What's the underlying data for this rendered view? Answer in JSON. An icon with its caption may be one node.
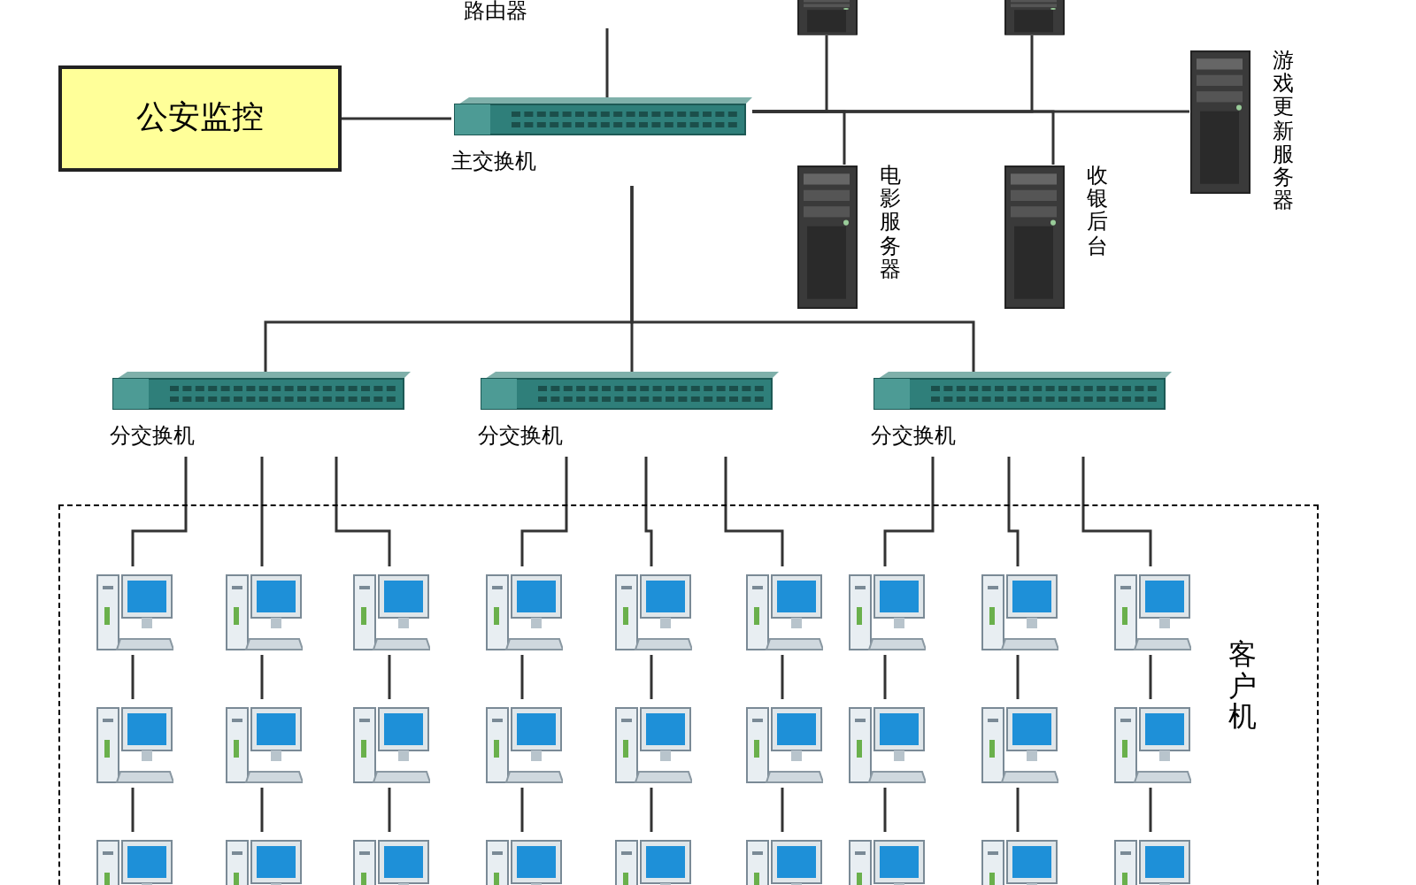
{
  "diagram": {
    "nodes": [
      {
        "text": [
          "公安监控"
        ]
      },
      {
        "text": [
          "主交换机"
        ]
      },
      {
        "text": [
          "路由器"
        ]
      },
      {
        "text": [],
        "shape": "picture"
      },
      {
        "text": [],
        "shape": "picture"
      },
      {
        "text": [
          "游戏更新服务器"
        ]
      },
      {
        "text": [
          "电影服务器"
        ]
      },
      {
        "text": [
          "收银后台"
        ]
      },
      {
        "text": [
          "分交换机"
        ]
      },
      {
        "text": [
          "分交换机"
        ]
      },
      {
        "text": [
          "分交换机"
        ]
      },
      {
        "text": [
          "客户机"
        ]
      },
      {
        "text": [],
        "shape": "picture",
        "in": 11
      },
      {
        "text": [],
        "shape": "picture",
        "in": 11
      },
      {
        "text": [],
        "shape": "picture",
        "in": 11
      },
      {
        "text": [],
        "shape": "picture",
        "in": 11
      },
      {
        "text": [],
        "shape": "picture",
        "in": 11
      },
      {
        "text": [],
        "shape": "picture",
        "in": 11
      },
      {
        "text": [],
        "shape": "picture",
        "in": 11
      },
      {
        "text": [],
        "shape": "picture",
        "in": 11
      },
      {
        "text": [],
        "shape": "picture",
        "in": 11
      },
      {
        "text": [],
        "shape": "picture",
        "in": 11
      },
      {
        "text": [],
        "shape": "picture",
        "in": 11
      },
      {
        "text": [],
        "shape": "picture",
        "in": 11
      },
      {
        "text": [],
        "shape": "picture",
        "in": 11
      },
      {
        "text": [],
        "shape": "picture",
        "in": 11
      },
      {
        "text": [],
        "shape": "picture",
        "in": 11
      },
      {
        "text": [],
        "shape": "picture",
        "in": 11
      },
      {
        "text": [],
        "shape": "picture",
        "in": 11
      },
      {
        "text": [],
        "shape": "picture",
        "in": 11
      },
      {
        "text": [],
        "shape": "picture",
        "in": 11
      },
      {
        "text": [],
        "shape": "picture",
        "in": 11
      },
      {
        "text": [],
        "shape": "picture",
        "in": 11
      },
      {
        "text": [],
        "shape": "picture",
        "in": 11
      },
      {
        "text": [],
        "shape": "picture",
        "in": 11
      },
      {
        "text": [],
        "shape": "picture",
        "in": 11
      },
      {
        "text": [],
        "shape": "picture",
        "in": 11
      },
      {
        "text": [],
        "shape": "picture",
        "in": 11
      },
      {
        "text": [],
        "shape": "picture",
        "in": 11
      }
    ],
    "edges": [
      {
        "from": 0,
        "to": 1,
        "arrow": "none"
      },
      {
        "from": 2,
        "to": 1,
        "arrow": "none"
      },
      {
        "from": 1,
        "to": 3,
        "arrow": "none"
      },
      {
        "from": 1,
        "to": 4,
        "arrow": "none"
      },
      {
        "from": 1,
        "to": 5,
        "arrow": "none"
      },
      {
        "from": 1,
        "to": 6,
        "arrow": "none"
      },
      {
        "from": 1,
        "to": 7,
        "arrow": "none"
      },
      {
        "from": 1,
        "to": 8,
        "arrow": "none"
      },
      {
        "from": 1,
        "to": 9,
        "arrow": "none"
      },
      {
        "from": 1,
        "to": 10,
        "arrow": "none"
      },
      {
        "from": 8,
        "to": 12,
        "arrow": "none"
      },
      {
        "from": 8,
        "to": 13,
        "arrow": "none"
      },
      {
        "from": 8,
        "to": 14,
        "arrow": "none"
      },
      {
        "from": 9,
        "to": 15,
        "arrow": "none"
      },
      {
        "from": 9,
        "to": 16,
        "arrow": "none"
      },
      {
        "from": 9,
        "to": 17,
        "arrow": "none"
      },
      {
        "from": 10,
        "to": 18,
        "arrow": "none"
      },
      {
        "from": 10,
        "to": 19,
        "arrow": "none"
      },
      {
        "from": 10,
        "to": 20,
        "arrow": "none"
      },
      {
        "from": 12,
        "to": 21,
        "arrow": "none"
      },
      {
        "from": 13,
        "to": 22,
        "arrow": "none"
      },
      {
        "from": 14,
        "to": 23,
        "arrow": "none"
      },
      {
        "from": 15,
        "to": 24,
        "arrow": "none"
      },
      {
        "from": 16,
        "to": 25,
        "arrow": "none"
      },
      {
        "from": 17,
        "to": 26,
        "arrow": "none"
      },
      {
        "from": 18,
        "to": 27,
        "arrow": "none"
      },
      {
        "from": 19,
        "to": 28,
        "arrow": "none"
      },
      {
        "from": 20,
        "to": 29,
        "arrow": "none"
      },
      {
        "from": 21,
        "to": 30,
        "arrow": "none"
      },
      {
        "from": 22,
        "to": 31,
        "arrow": "none"
      },
      {
        "from": 23,
        "to": 32,
        "arrow": "none"
      },
      {
        "from": 24,
        "to": 33,
        "arrow": "none"
      },
      {
        "from": 25,
        "to": 34,
        "arrow": "none"
      },
      {
        "from": 26,
        "to": 35,
        "arrow": "none"
      },
      {
        "from": 27,
        "to": 36,
        "arrow": "none"
      },
      {
        "from": 28,
        "to": 37,
        "arrow": "none"
      },
      {
        "from": 29,
        "to": 38,
        "arrow": "none"
      }
    ]
  }
}
